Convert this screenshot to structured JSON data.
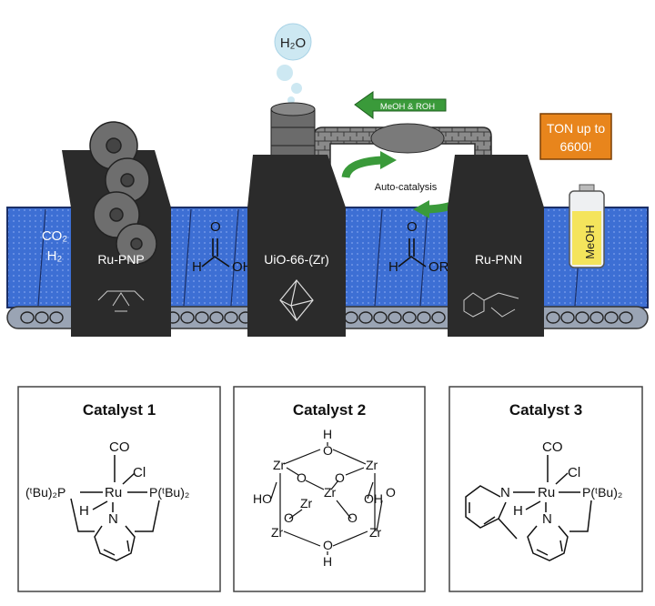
{
  "top_scene": {
    "water": "H₂O",
    "recycle_arrow_label": "MeOH & ROH",
    "autocatalysis_label": "Auto-catalysis",
    "ton_badge": {
      "line1": "TON up to",
      "line2": "6600!",
      "color": "#e8851c"
    },
    "feed": {
      "line1": "CO₂",
      "line2": "H₂"
    },
    "station1_label": "Ru-PNP",
    "station2_label": "UiO-66-(Zr)",
    "station3_label": "Ru-PNN",
    "formic_acid": {
      "h": "H",
      "oh": "OH",
      "o": "O"
    },
    "formate_ester": {
      "h": "H",
      "or": "OR",
      "o": "O"
    },
    "product_label": "MeOH",
    "colors": {
      "belt": "#3d6fd4",
      "station": "#2b2b2b",
      "arrow": "#3a9a3a",
      "bubble": "#cde8f2"
    }
  },
  "cards": [
    {
      "title": "Catalyst 1"
    },
    {
      "title": "Catalyst 2"
    },
    {
      "title": "Catalyst 3"
    }
  ],
  "catalyst1": {
    "co": "CO",
    "cl": "Cl",
    "ru": "Ru",
    "h": "H",
    "n": "N",
    "p_left": "(ᵗBu)₂P",
    "p_right": "P(ᵗBu)₂"
  },
  "catalyst2": {
    "h": "H",
    "o": "O",
    "zr": "Zr",
    "ho": "HO",
    "oh": "OH"
  },
  "catalyst3": {
    "co": "CO",
    "cl": "Cl",
    "ru": "Ru",
    "h": "H",
    "n": "N",
    "p_right": "P(ᵗBu)₂"
  }
}
